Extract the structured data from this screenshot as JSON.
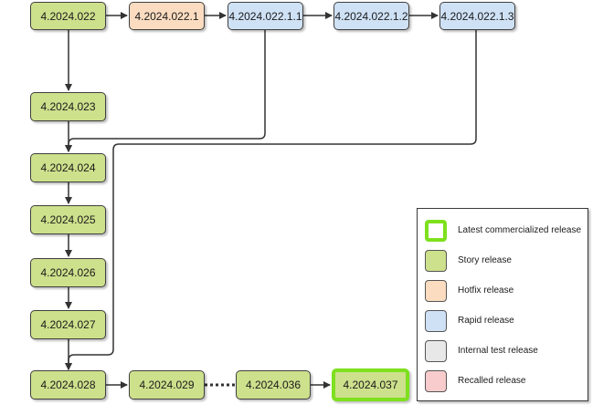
{
  "nodes": {
    "n022": "4.2024.022",
    "n022_1": "4.2024.022.1",
    "n022_1_1": "4.2024.022.1.1",
    "n022_1_2": "4.2024.022.1.2",
    "n022_1_3": "4.2024.022.1.3",
    "n023": "4.2024.023",
    "n024": "4.2024.024",
    "n025": "4.2024.025",
    "n026": "4.2024.026",
    "n027": "4.2024.027",
    "n028": "4.2024.028",
    "n029": "4.2024.029",
    "n036": "4.2024.036",
    "n037": "4.2024.037"
  },
  "legend": {
    "items": [
      {
        "label": "Latest commercialized release",
        "fill": "#ffffff",
        "border": "#7ee01e"
      },
      {
        "label": "Story release",
        "fill": "#cde08c",
        "border": "#555555"
      },
      {
        "label": "Hotfix release",
        "fill": "#fbdcc0",
        "border": "#555555"
      },
      {
        "label": "Rapid release",
        "fill": "#cfe1f5",
        "border": "#555555"
      },
      {
        "label": "Internal test release",
        "fill": "#e8e8e8",
        "border": "#555555"
      },
      {
        "label": "Recalled release",
        "fill": "#f8cccc",
        "border": "#555555"
      }
    ]
  },
  "colors": {
    "story": "#cde08c",
    "hotfix": "#fbdcc0",
    "rapid": "#cfe1f5",
    "latest_border": "#7ee01e",
    "connector": "#333333"
  }
}
